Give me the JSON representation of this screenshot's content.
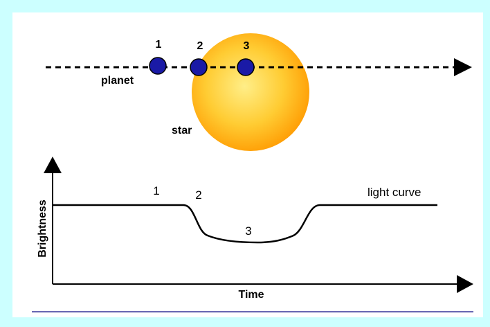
{
  "transit": {
    "planet_label": "planet",
    "star_label": "star",
    "positions": [
      "1",
      "2",
      "3"
    ]
  },
  "light_curve": {
    "curve_label": "light curve",
    "y_axis_label": "Brightness",
    "x_axis_label": "Time",
    "points": [
      "1",
      "2",
      "3"
    ]
  },
  "colors": {
    "background": "#ccffff",
    "panel": "#ffffff",
    "planet": "#1a1aa6",
    "star_center": "#ffee88",
    "star_edge": "#ff9900",
    "divider": "#333399"
  }
}
